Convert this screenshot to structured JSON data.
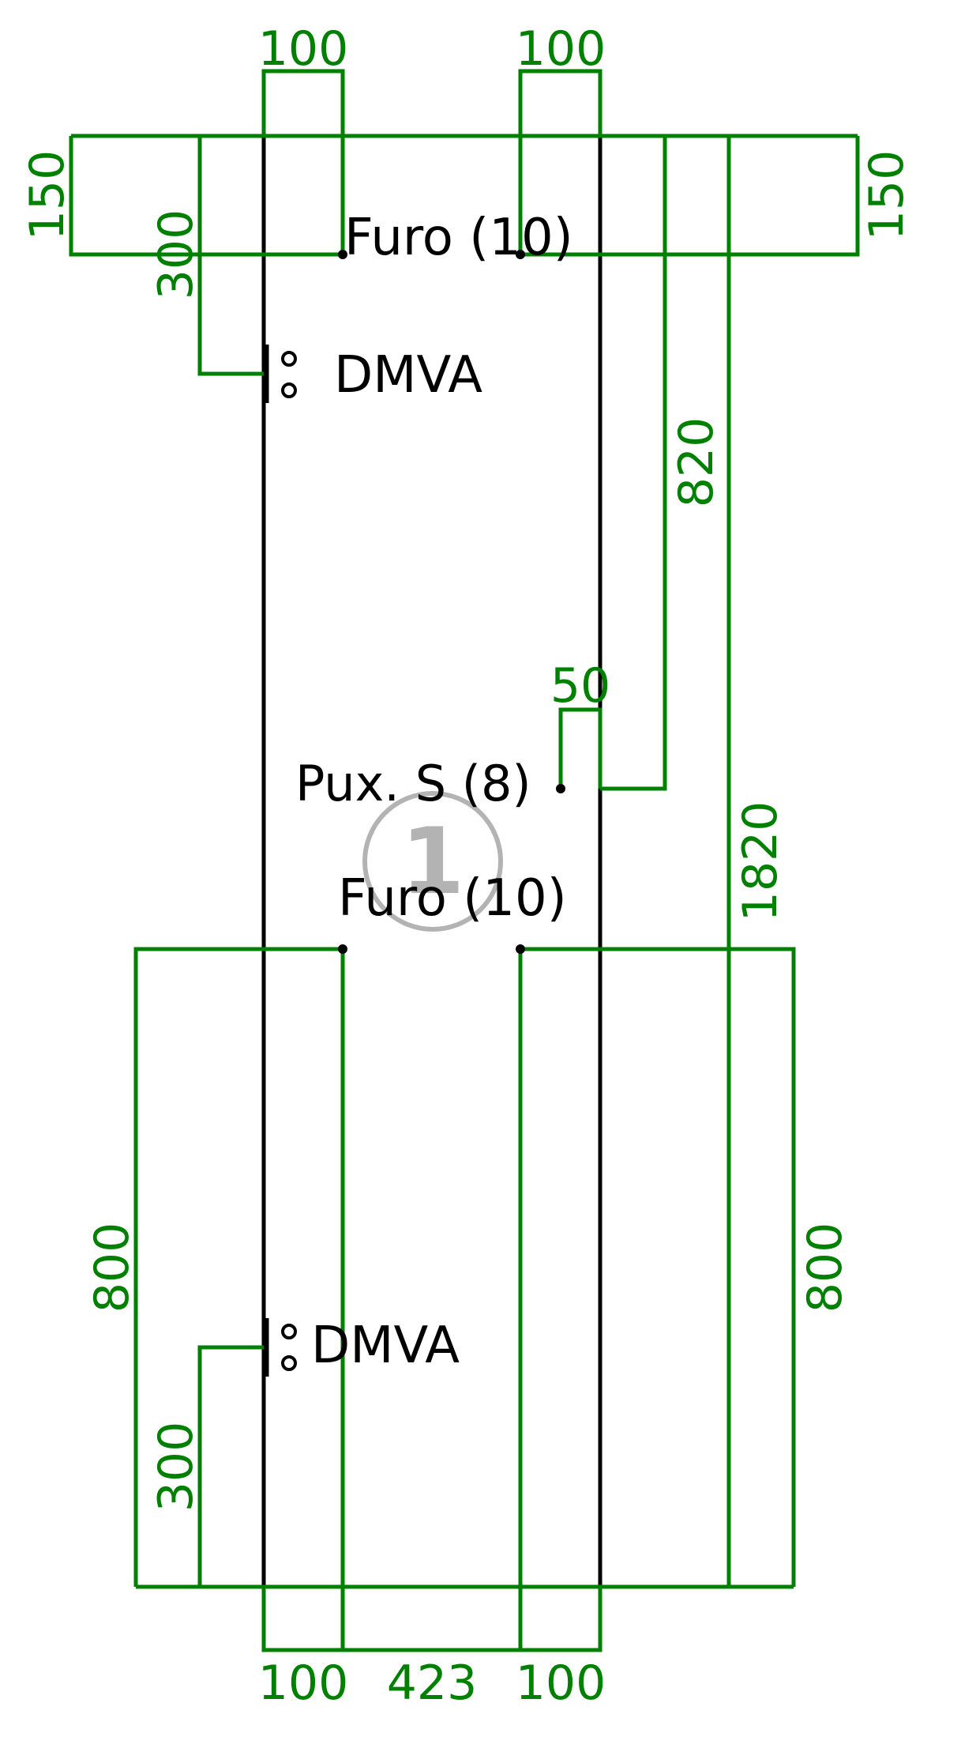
{
  "colors": {
    "dimension": "#008000",
    "outline": "#000000",
    "marker": "#b3b3b3"
  },
  "labels": {
    "hole_top": "Furo (10)",
    "hole_mid": "Furo (10)",
    "hinge_top": "DMVA",
    "hinge_bottom": "DMVA",
    "handle": "Pux. S (8)",
    "panel_number": "1"
  },
  "dimensions": {
    "top_left_width": "100",
    "top_right_width": "100",
    "left_150": "150",
    "right_150": "150",
    "left_300_top": "300",
    "right_820": "820",
    "handle_50": "50",
    "right_1820": "1820",
    "left_800": "800",
    "right_800": "800",
    "left_300_bottom": "300",
    "bottom_left_100": "100",
    "bottom_423": "423",
    "bottom_right_100": "100"
  }
}
